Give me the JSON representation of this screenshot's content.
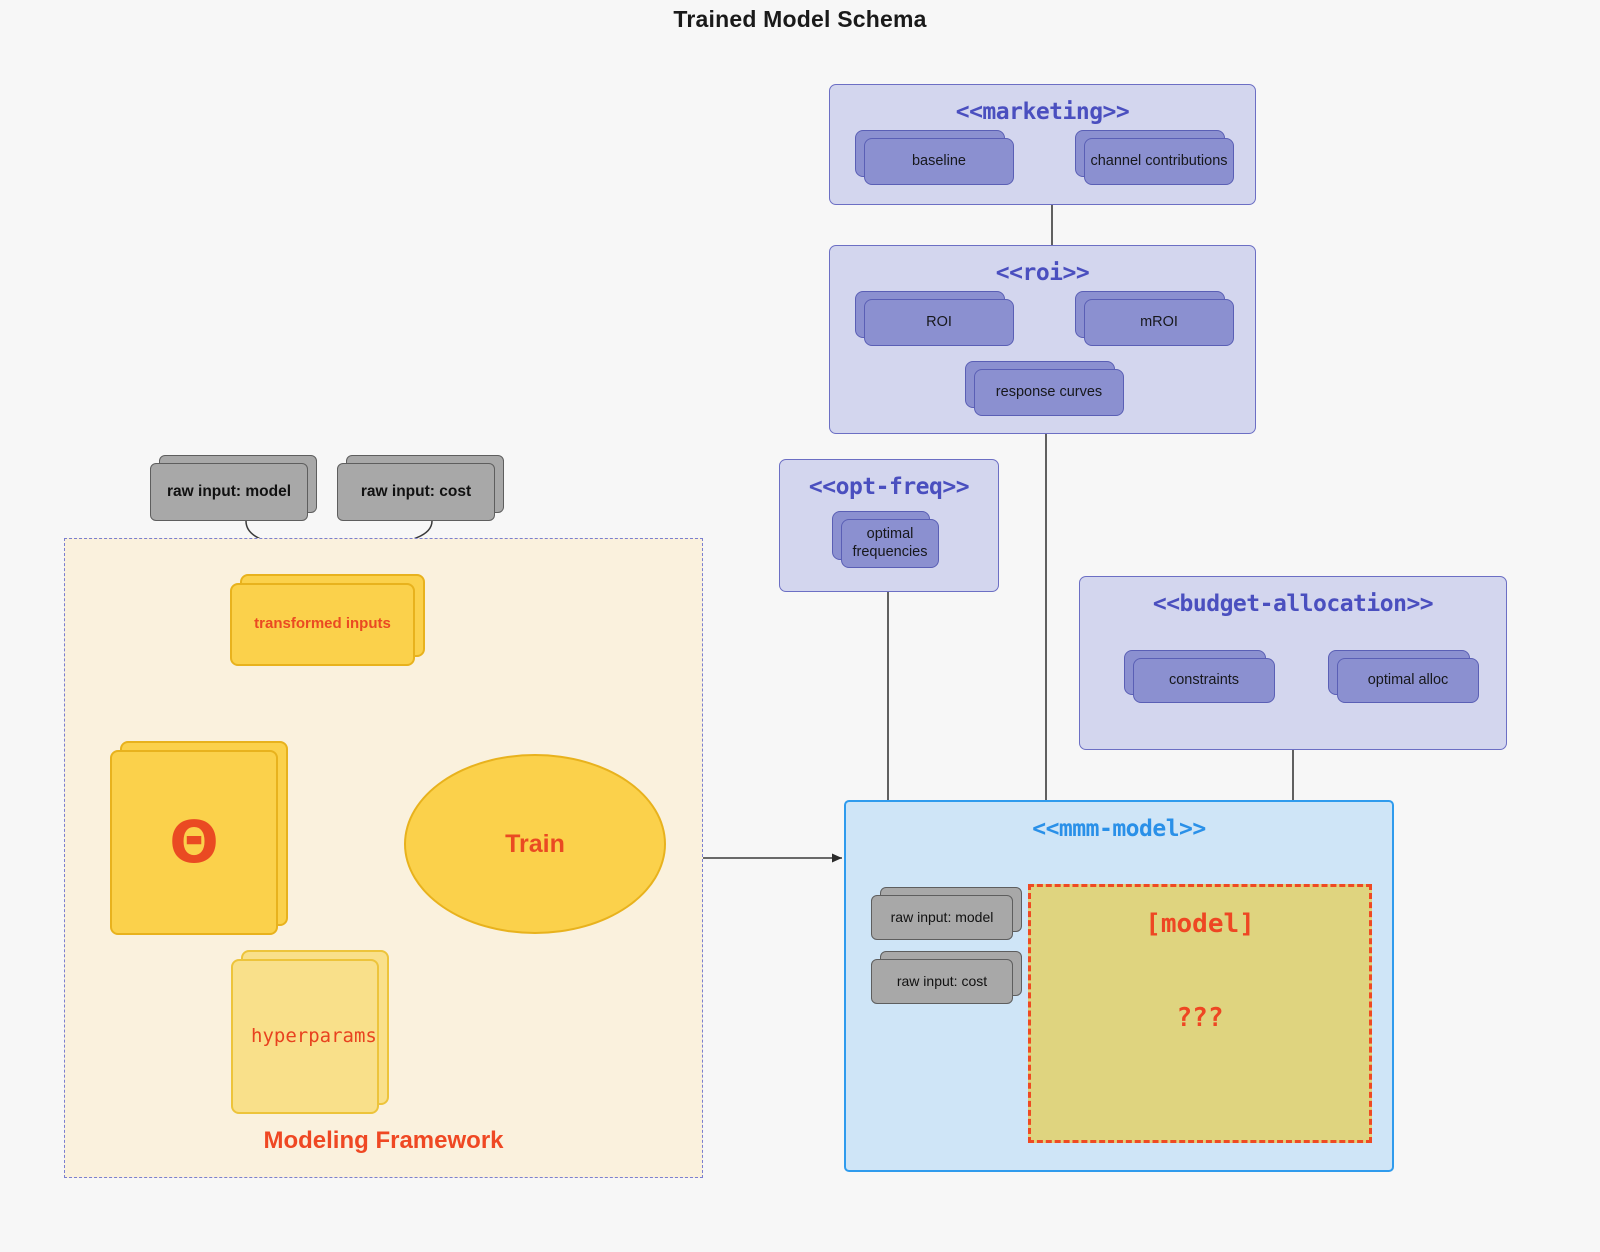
{
  "page": {
    "title": "Trained Model Schema",
    "background": "#f7f7f7"
  },
  "colors": {
    "package_fill": "#d3d6ee",
    "package_stroke": "#6c6fc4",
    "package_title": "#4a4fbf",
    "card_blue_fill": "#8b90d0",
    "card_blue_stroke": "#5a5fb5",
    "card_gray_fill": "#a8a8a8",
    "card_gray_stroke": "#5e5e5e",
    "card_yellow_fill": "#fbd14b",
    "card_yellow_pale_fill": "#f9e08a",
    "yellow_stroke": "#e8b21d",
    "accent_red": "#ef4823",
    "mmm_fill": "#cfe5f7",
    "mmm_stroke": "#2f9bed",
    "mmm_title": "#2a90e8",
    "framework_fill": "#faf1dd",
    "framework_stroke": "#7b7fd0",
    "model_box_fill": "#dfd47f",
    "model_box_stroke": "#ef4a23",
    "connector": "#3a3a3a"
  },
  "packages": {
    "marketing": {
      "title": "<<marketing>>",
      "nodes": [
        {
          "label": "baseline"
        },
        {
          "label": "channel contributions"
        }
      ]
    },
    "roi": {
      "title": "<<roi>>",
      "nodes": [
        {
          "label": "ROI"
        },
        {
          "label": "mROI"
        },
        {
          "label": "response curves"
        }
      ]
    },
    "opt_freq": {
      "title": "<<opt-freq>>",
      "nodes": [
        {
          "label": "optimal\nfrequencies",
          "line1": "optimal",
          "line2": "frequencies"
        }
      ]
    },
    "budget_allocation": {
      "title": "<<budget-allocation>>",
      "nodes": [
        {
          "label": "constraints"
        },
        {
          "label": "optimal alloc"
        }
      ]
    },
    "mmm_model": {
      "title": "<<mmm-model>>",
      "inputs": [
        {
          "label": "raw input: model"
        },
        {
          "label": "raw input: cost"
        }
      ],
      "model_placeholder": {
        "label": "[model]",
        "unknown": "???"
      }
    }
  },
  "framework": {
    "label": "Modeling Framework",
    "raw_inputs": [
      {
        "label": "raw input: model"
      },
      {
        "label": "raw input: cost"
      }
    ],
    "transformed_inputs": {
      "label": "transformed inputs"
    },
    "theta": {
      "label": "Θ"
    },
    "hyperparams": {
      "label": "hyperparams"
    },
    "train": {
      "label": "Train"
    }
  }
}
